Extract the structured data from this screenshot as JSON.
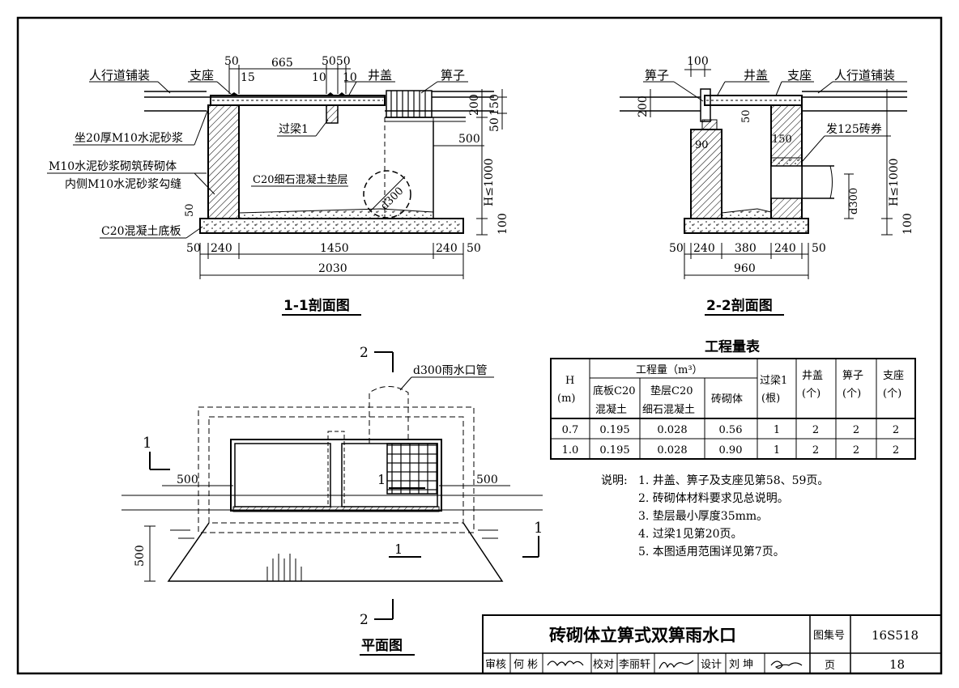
{
  "section_1": {
    "title": "1-1剖面图",
    "labels": {
      "pavement": "人行道铺装",
      "support": "支座",
      "cover": "井盖",
      "grate": "箅子",
      "mortar_bed": "坐20厚M10水泥砂浆",
      "brick_body": "M10水泥砂浆砌筑砖砌体",
      "inner_joint": "内侧M10水泥砂浆勾缝",
      "base_slab": "C20混凝土底板",
      "beam": "过梁1",
      "cushion": "C20细石混凝土垫层",
      "pipe": "d300"
    },
    "dims": {
      "top_50": "50",
      "top_15": "15",
      "top_665": "665",
      "top_5050": "5050",
      "top_10a": "10",
      "top_10b": "10",
      "right_200": "200",
      "right_150": "150",
      "right_50": "50",
      "right_500": "500",
      "right_h": "H≤1000",
      "right_100": "100",
      "left_50": "50",
      "bottom_50a": "50",
      "bottom_240a": "240",
      "bottom_1450": "1450",
      "bottom_240b": "240",
      "bottom_50b": "50",
      "total": "2030"
    }
  },
  "section_2": {
    "title": "2-2剖面图",
    "labels": {
      "grate": "箅子",
      "cover": "井盖",
      "support": "支座",
      "pavement": "人行道铺装",
      "brick_arch": "发125砖券",
      "pipe": "d300"
    },
    "dims": {
      "top_100": "100",
      "left_200": "200",
      "inner_50": "50",
      "inner_90": "90",
      "inner_150": "150",
      "right_h": "H≤1000",
      "right_100": "100",
      "bottom_50a": "50",
      "bottom_240a": "240",
      "bottom_380": "380",
      "bottom_240b": "240",
      "bottom_50b": "50",
      "total": "960"
    }
  },
  "plan": {
    "title": "平面图",
    "pipe_label": "d300雨水口管",
    "cut_2_top": "2",
    "cut_2_bottom": "2",
    "cut_1_left": "1",
    "cut_1_right": "1",
    "cut_1_mid_a": "1",
    "cut_1_mid_b": "1",
    "dim_500_left": "500",
    "dim_500_right": "500",
    "dim_500_side": "500"
  },
  "quantity_table": {
    "title": "工程量表",
    "headers": {
      "h": "H",
      "h_unit": "(m)",
      "quantity": "工程量（m³）",
      "base": "底板C20",
      "base2": "混凝土",
      "cushion": "垫层C20",
      "cushion2": "细石混凝土",
      "brick": "砖砌体",
      "beam": "过梁1",
      "beam_unit": "(根)",
      "cover": "井盖",
      "cover_unit": "(个)",
      "grate": "箅子",
      "grate_unit": "(个)",
      "support": "支座",
      "support_unit": "(个)"
    },
    "rows": [
      [
        "0.7",
        "0.195",
        "0.028",
        "0.56",
        "1",
        "2",
        "2",
        "2"
      ],
      [
        "1.0",
        "0.195",
        "0.028",
        "0.90",
        "1",
        "2",
        "2",
        "2"
      ]
    ]
  },
  "notes": {
    "label": "说明:",
    "items": [
      "1. 井盖、箅子及支座见第58、59页。",
      "2. 砖砌体材料要求见总说明。",
      "3. 垫层最小厚度35mm。",
      "4. 过梁1见第20页。",
      "5. 本图适用范围详见第7页。"
    ]
  },
  "title_block": {
    "title": "砖砌体立箅式双箅雨水口",
    "atlas_label": "图集号",
    "atlas_no": "16S518",
    "review_label": "审核",
    "reviewer": "何 彬",
    "check_label": "校对",
    "checker": "李丽轩",
    "design_label": "设计",
    "designer": "刘 坤",
    "page_label": "页",
    "page_no": "18"
  }
}
